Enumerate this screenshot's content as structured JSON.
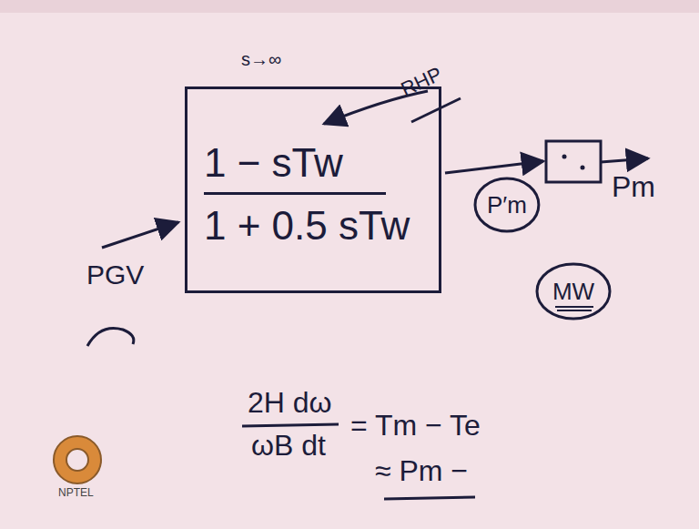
{
  "diagram": {
    "nodes": [
      {
        "text": [
          "1 − sTw",
          "1 + 0.5 sTw"
        ]
      },
      {
        "text": [
          "P′m"
        ]
      },
      {
        "text": [
          "MW"
        ]
      }
    ],
    "labels": [
      "s→∞",
      "RHP",
      "PGV",
      "Pm",
      "2H dω",
      "ωB dt",
      "= Tm − Te",
      "≈ Pm −",
      "NPTEL"
    ]
  }
}
